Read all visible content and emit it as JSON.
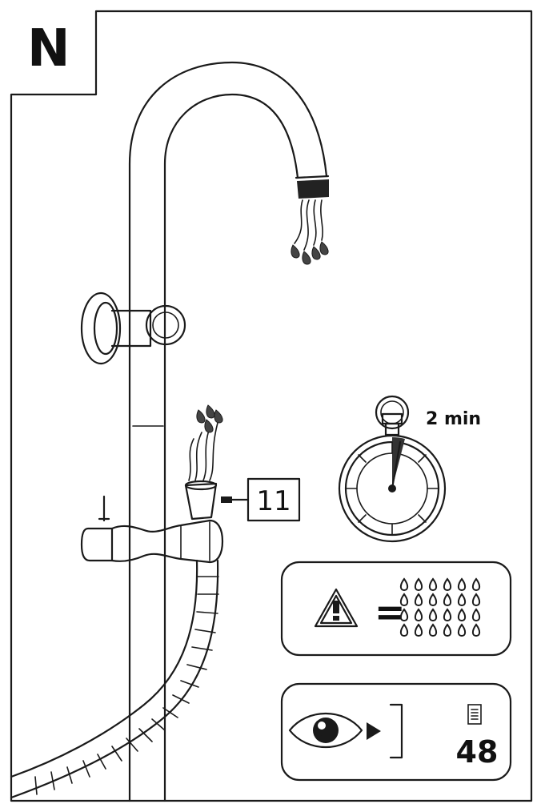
{
  "step": {
    "letter": "N"
  },
  "callout": {
    "ref_number": "11"
  },
  "timer": {
    "duration_label": "2 min",
    "icon": "stopwatch-icon"
  },
  "warning_panel": {
    "icon": "warning-triangle-icon",
    "equals": "=",
    "result_icon": "water-drops-icon"
  },
  "reference_panel": {
    "icon": "eye-icon",
    "arrow_icon": "play-arrow-icon",
    "doc_icon": "document-icon",
    "page_number": "48"
  },
  "colors": {
    "line": "#1a1a1a",
    "background": "#ffffff",
    "fill_dark": "#444444"
  }
}
